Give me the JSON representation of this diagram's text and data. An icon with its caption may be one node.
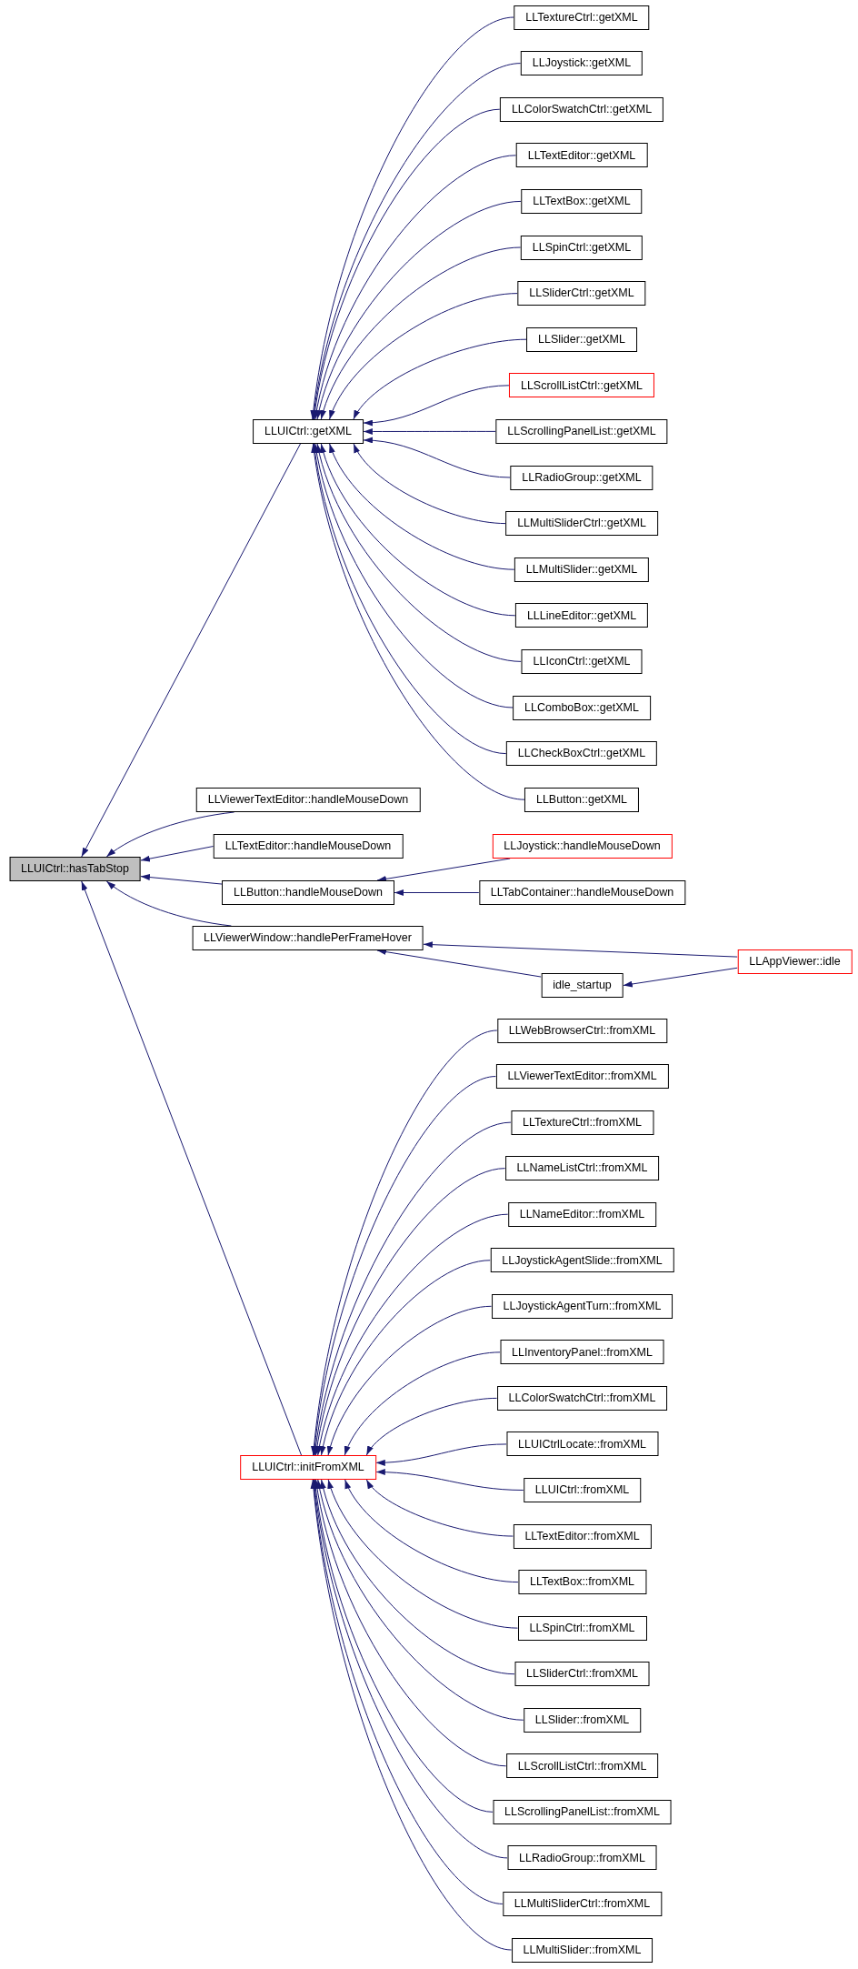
{
  "diagram": {
    "nodes": [
      {
        "text": [
          "LLUICtrl::hasTabStop"
        ]
      },
      {
        "text": [
          "LLUICtrl::getXML"
        ]
      },
      {
        "text": [
          "LLTextureCtrl::getXML"
        ]
      },
      {
        "text": [
          "LLJoystick::getXML"
        ]
      },
      {
        "text": [
          "LLColorSwatchCtrl::getXML"
        ]
      },
      {
        "text": [
          "LLTextEditor::getXML"
        ]
      },
      {
        "text": [
          "LLTextBox::getXML"
        ]
      },
      {
        "text": [
          "LLSpinCtrl::getXML"
        ]
      },
      {
        "text": [
          "LLSliderCtrl::getXML"
        ]
      },
      {
        "text": [
          "LLSlider::getXML"
        ]
      },
      {
        "text": [
          "LLScrollListCtrl::getXML"
        ]
      },
      {
        "text": [
          "LLScrollingPanelList::getXML"
        ]
      },
      {
        "text": [
          "LLRadioGroup::getXML"
        ]
      },
      {
        "text": [
          "LLMultiSliderCtrl::getXML"
        ]
      },
      {
        "text": [
          "LLMultiSlider::getXML"
        ]
      },
      {
        "text": [
          "LLLineEditor::getXML"
        ]
      },
      {
        "text": [
          "LLIconCtrl::getXML"
        ]
      },
      {
        "text": [
          "LLComboBox::getXML"
        ]
      },
      {
        "text": [
          "LLCheckBoxCtrl::getXML"
        ]
      },
      {
        "text": [
          "LLButton::getXML"
        ]
      },
      {
        "text": [
          "LLViewerTextEditor::handleMouseDown"
        ]
      },
      {
        "text": [
          "LLTextEditor::handleMouseDown"
        ]
      },
      {
        "text": [
          "LLButton::handleMouseDown"
        ]
      },
      {
        "text": [
          "LLJoystick::handleMouseDown"
        ]
      },
      {
        "text": [
          "LLTabContainer::handleMouseDown"
        ]
      },
      {
        "text": [
          "LLViewerWindow::handlePerFrameHover"
        ]
      },
      {
        "text": [
          "idle_startup"
        ]
      },
      {
        "text": [
          "LLAppViewer::idle"
        ]
      },
      {
        "text": [
          "LLUICtrl::initFromXML"
        ]
      },
      {
        "text": [
          "LLWebBrowserCtrl::fromXML"
        ]
      },
      {
        "text": [
          "LLViewerTextEditor::fromXML"
        ]
      },
      {
        "text": [
          "LLTextureCtrl::fromXML"
        ]
      },
      {
        "text": [
          "LLNameListCtrl::fromXML"
        ]
      },
      {
        "text": [
          "LLNameEditor::fromXML"
        ]
      },
      {
        "text": [
          "LLJoystickAgentSlide::fromXML"
        ]
      },
      {
        "text": [
          "LLJoystickAgentTurn::fromXML"
        ]
      },
      {
        "text": [
          "LLInventoryPanel::fromXML"
        ]
      },
      {
        "text": [
          "LLColorSwatchCtrl::fromXML"
        ]
      },
      {
        "text": [
          "LLUICtrlLocate::fromXML"
        ]
      },
      {
        "text": [
          "LLUICtrl::fromXML"
        ]
      },
      {
        "text": [
          "LLTextEditor::fromXML"
        ]
      },
      {
        "text": [
          "LLTextBox::fromXML"
        ]
      },
      {
        "text": [
          "LLSpinCtrl::fromXML"
        ]
      },
      {
        "text": [
          "LLSliderCtrl::fromXML"
        ]
      },
      {
        "text": [
          "LLSlider::fromXML"
        ]
      },
      {
        "text": [
          "LLScrollListCtrl::fromXML"
        ]
      },
      {
        "text": [
          "LLScrollingPanelList::fromXML"
        ]
      },
      {
        "text": [
          "LLRadioGroup::fromXML"
        ]
      },
      {
        "text": [
          "LLMultiSliderCtrl::fromXML"
        ]
      },
      {
        "text": [
          "LLMultiSlider::fromXML"
        ]
      }
    ],
    "edges": [
      {
        "from": 1,
        "to": 0,
        "arrow": "to"
      },
      {
        "from": 2,
        "to": 1,
        "arrow": "to"
      },
      {
        "from": 3,
        "to": 1,
        "arrow": "to"
      },
      {
        "from": 4,
        "to": 1,
        "arrow": "to"
      },
      {
        "from": 5,
        "to": 1,
        "arrow": "to"
      },
      {
        "from": 6,
        "to": 1,
        "arrow": "to"
      },
      {
        "from": 7,
        "to": 1,
        "arrow": "to"
      },
      {
        "from": 8,
        "to": 1,
        "arrow": "to"
      },
      {
        "from": 9,
        "to": 1,
        "arrow": "to"
      },
      {
        "from": 10,
        "to": 1,
        "arrow": "to"
      },
      {
        "from": 11,
        "to": 1,
        "arrow": "to"
      },
      {
        "from": 12,
        "to": 1,
        "arrow": "to"
      },
      {
        "from": 13,
        "to": 1,
        "arrow": "to"
      },
      {
        "from": 14,
        "to": 1,
        "arrow": "to"
      },
      {
        "from": 15,
        "to": 1,
        "arrow": "to"
      },
      {
        "from": 16,
        "to": 1,
        "arrow": "to"
      },
      {
        "from": 17,
        "to": 1,
        "arrow": "to"
      },
      {
        "from": 18,
        "to": 1,
        "arrow": "to"
      },
      {
        "from": 19,
        "to": 1,
        "arrow": "to"
      },
      {
        "from": 20,
        "to": 0,
        "arrow": "to"
      },
      {
        "from": 21,
        "to": 0,
        "arrow": "to"
      },
      {
        "from": 22,
        "to": 0,
        "arrow": "to"
      },
      {
        "from": 25,
        "to": 0,
        "arrow": "to"
      },
      {
        "from": 28,
        "to": 0,
        "arrow": "to"
      },
      {
        "from": 23,
        "to": 22,
        "arrow": "to"
      },
      {
        "from": 24,
        "to": 22,
        "arrow": "to"
      },
      {
        "from": 27,
        "to": 25,
        "arrow": "to"
      },
      {
        "from": 26,
        "to": 25,
        "arrow": "to"
      },
      {
        "from": 27,
        "to": 26,
        "arrow": "to"
      },
      {
        "from": 29,
        "to": 28,
        "arrow": "to"
      },
      {
        "from": 30,
        "to": 28,
        "arrow": "to"
      },
      {
        "from": 31,
        "to": 28,
        "arrow": "to"
      },
      {
        "from": 32,
        "to": 28,
        "arrow": "to"
      },
      {
        "from": 33,
        "to": 28,
        "arrow": "to"
      },
      {
        "from": 34,
        "to": 28,
        "arrow": "to"
      },
      {
        "from": 35,
        "to": 28,
        "arrow": "to"
      },
      {
        "from": 36,
        "to": 28,
        "arrow": "to"
      },
      {
        "from": 37,
        "to": 28,
        "arrow": "to"
      },
      {
        "from": 38,
        "to": 28,
        "arrow": "to"
      },
      {
        "from": 39,
        "to": 28,
        "arrow": "to"
      },
      {
        "from": 40,
        "to": 28,
        "arrow": "to"
      },
      {
        "from": 41,
        "to": 28,
        "arrow": "to"
      },
      {
        "from": 42,
        "to": 28,
        "arrow": "to"
      },
      {
        "from": 43,
        "to": 28,
        "arrow": "to"
      },
      {
        "from": 44,
        "to": 28,
        "arrow": "to"
      },
      {
        "from": 45,
        "to": 28,
        "arrow": "to"
      },
      {
        "from": 46,
        "to": 28,
        "arrow": "to"
      },
      {
        "from": 47,
        "to": 28,
        "arrow": "to"
      },
      {
        "from": 48,
        "to": 28,
        "arrow": "to"
      },
      {
        "from": 49,
        "to": 28,
        "arrow": "to"
      }
    ]
  }
}
